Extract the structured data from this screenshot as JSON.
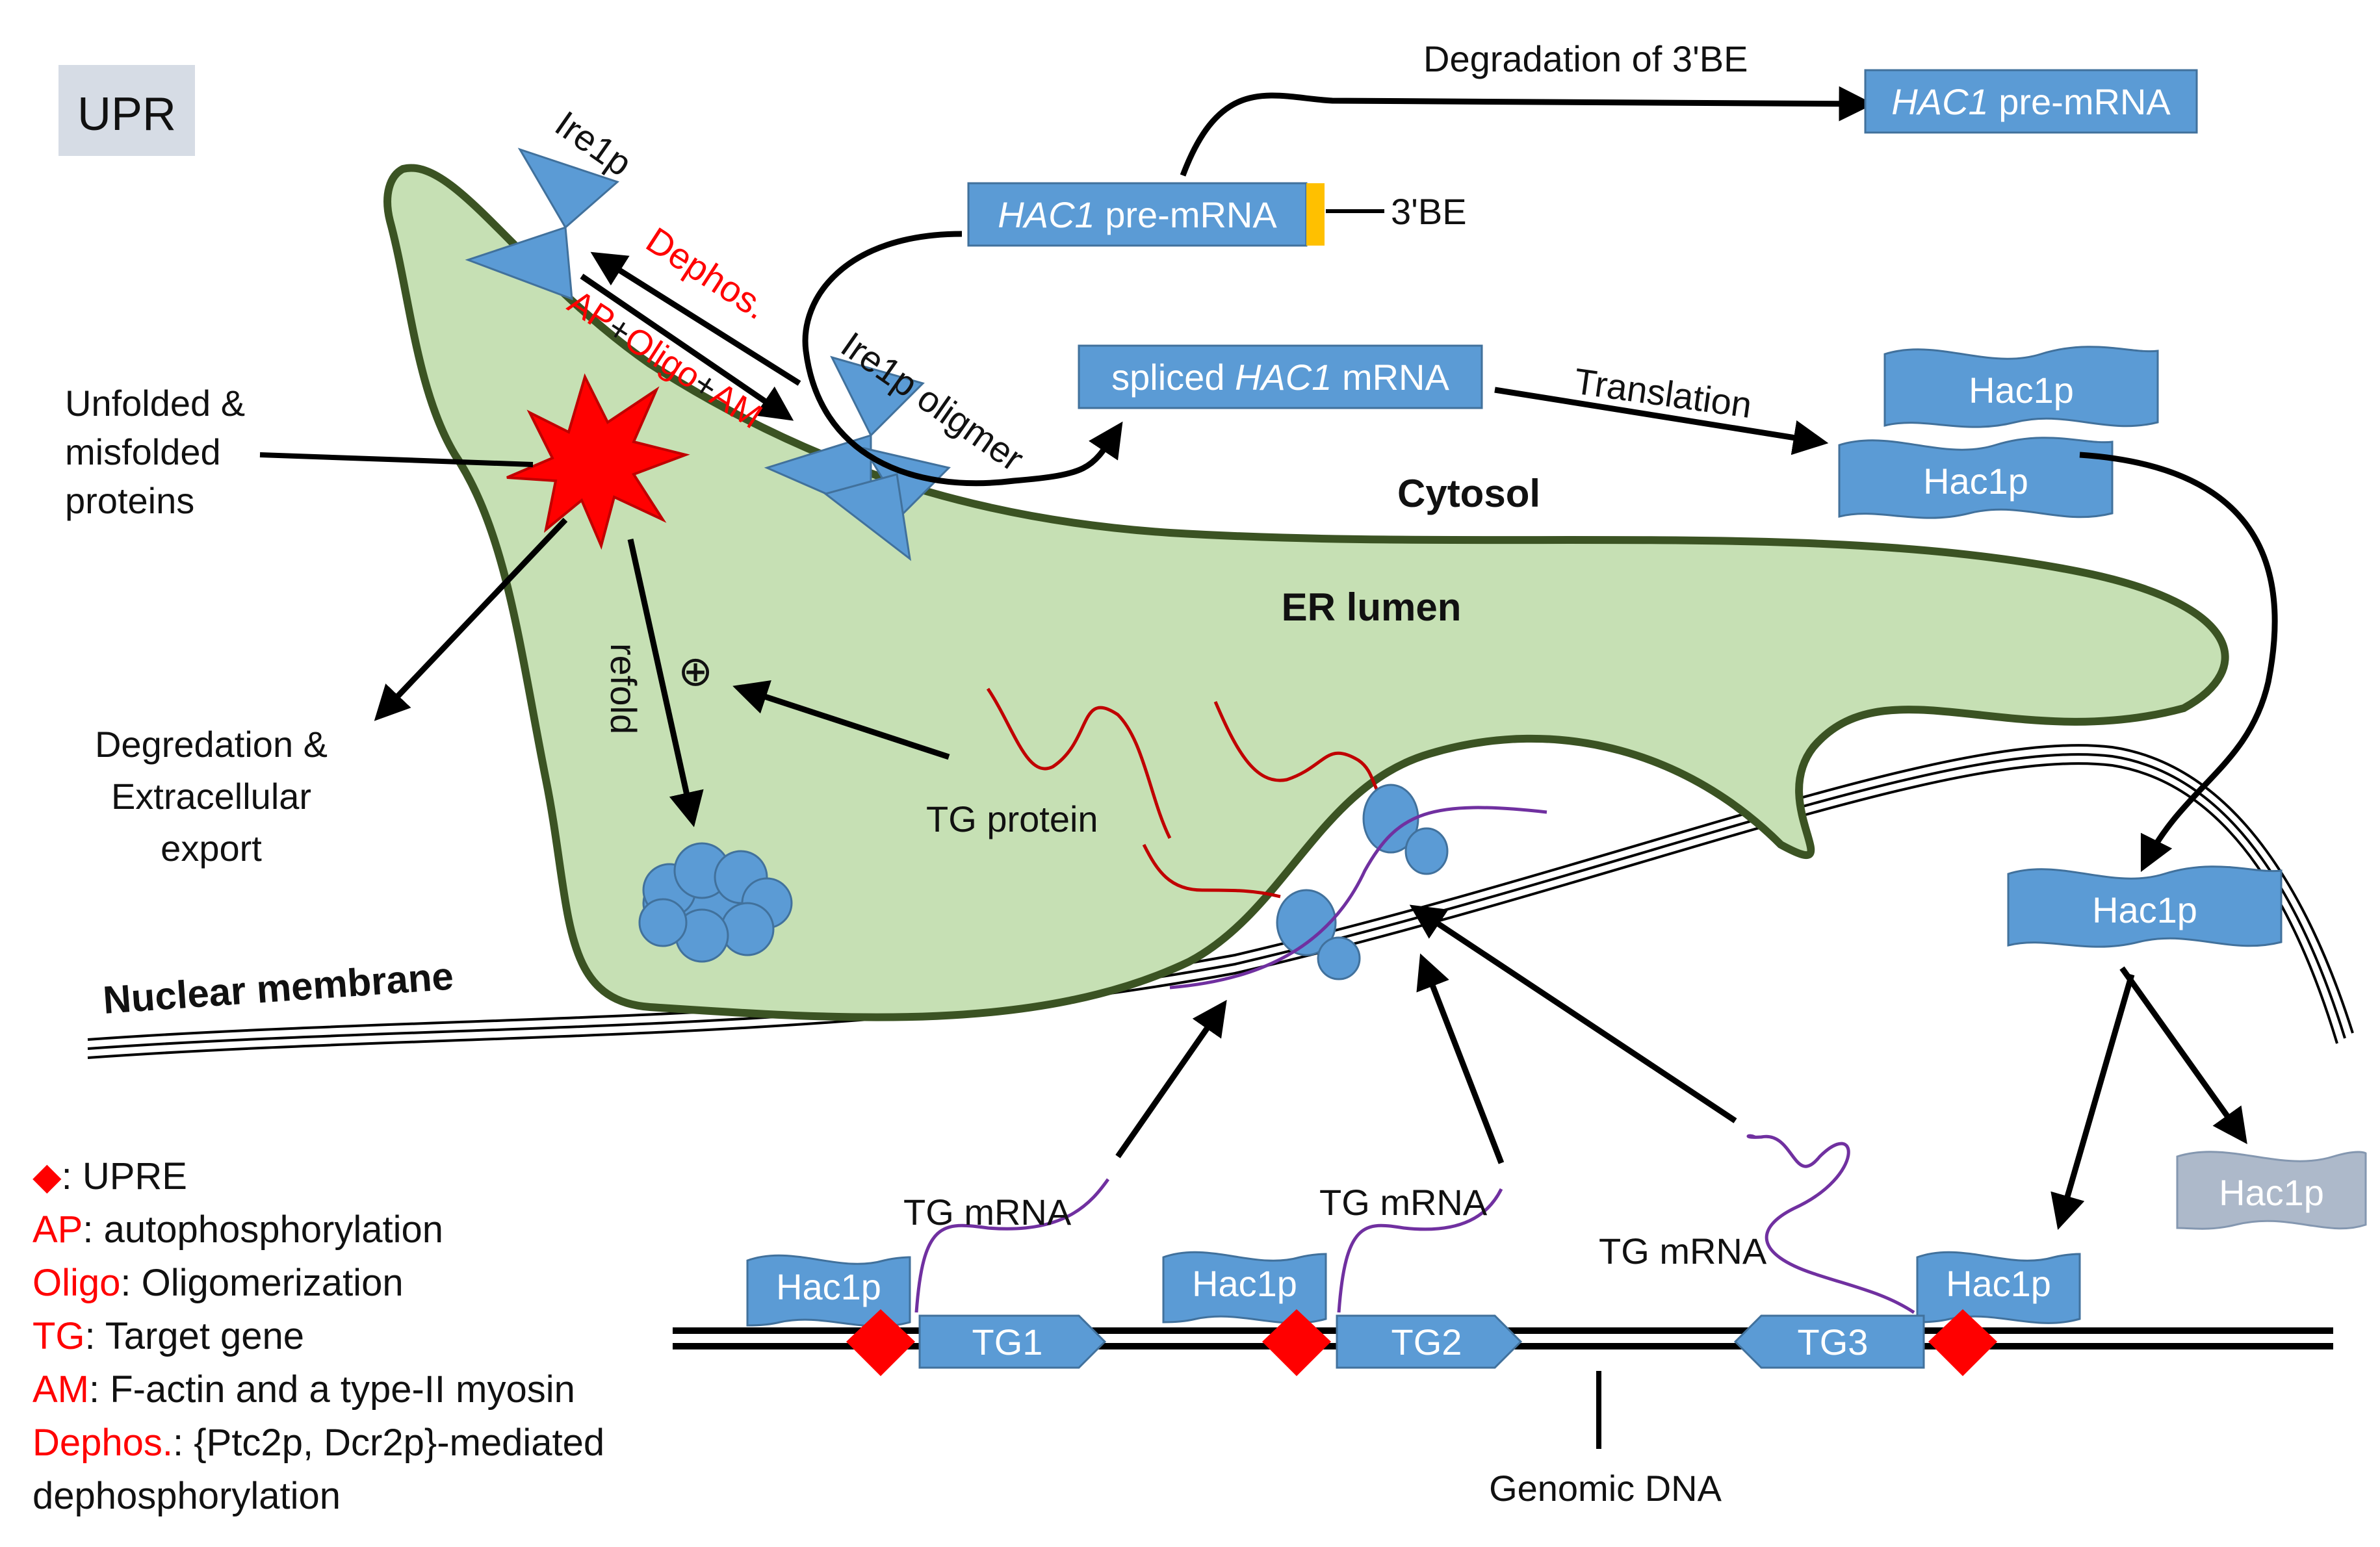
{
  "title": "UPR",
  "labels": {
    "ire1p": "Ire1p",
    "ire1p_oligomer": "Ire1p oligmer",
    "dephos": "Dephos.",
    "ap_oligo_am": [
      "AP",
      "+",
      "Oligo",
      "+",
      "AM"
    ],
    "unfolded_line1": "Unfolded &",
    "unfolded_line2": "misfolded",
    "unfolded_line3": "proteins",
    "degradation_line1": "Degredation &",
    "degradation_line2": "Extracellular",
    "degradation_line3": "export",
    "refold": "refold",
    "tg_protein": "TG protein",
    "er_lumen": "ER lumen",
    "cytosol": "Cytosol",
    "nuclear_membrane": "Nuclear membrane",
    "degradation_3be": "Degradation of 3'BE",
    "three_be": "3'BE",
    "translation": "Translation",
    "tg_mrna": "TG mRNA",
    "genomic_dna": "Genomic DNA",
    "plus_circle": "⊕"
  },
  "boxes": {
    "hac1_pre_mrna_italic": "HAC1",
    "hac1_pre_mrna_rest": " pre-mRNA",
    "spliced_prefix": "spliced ",
    "spliced_italic": "HAC1",
    "spliced_suffix": " mRNA",
    "hac1p": "Hac1p"
  },
  "genes": [
    "TG1",
    "TG2",
    "TG3"
  ],
  "legend": [
    {
      "key": "◆",
      "text": ": UPRE"
    },
    {
      "key": "AP",
      "text": ": autophosphorylation"
    },
    {
      "key": "Oligo",
      "text": ": Oligomerization"
    },
    {
      "key": "TG",
      "text": ": Target gene"
    },
    {
      "key": "AM",
      "text": ": F-actin and a type-II myosin"
    },
    {
      "key": "Dephos.",
      "text": ": {Ptc2p, Dcr2p}-mediated"
    },
    {
      "key": "",
      "text": "dephosphorylation"
    }
  ],
  "colors": {
    "er_fill": "#c6e0b4",
    "er_stroke": "#3b5323",
    "box_blue": "#5b9bd5",
    "box_stroke": "#41719c",
    "faded_box": "#adb9ca",
    "red": "#ff0000",
    "protein_red": "#c00000",
    "mrna_purple": "#7030a0",
    "three_be": "#ffc000",
    "title_bg": "#d6dce5"
  }
}
